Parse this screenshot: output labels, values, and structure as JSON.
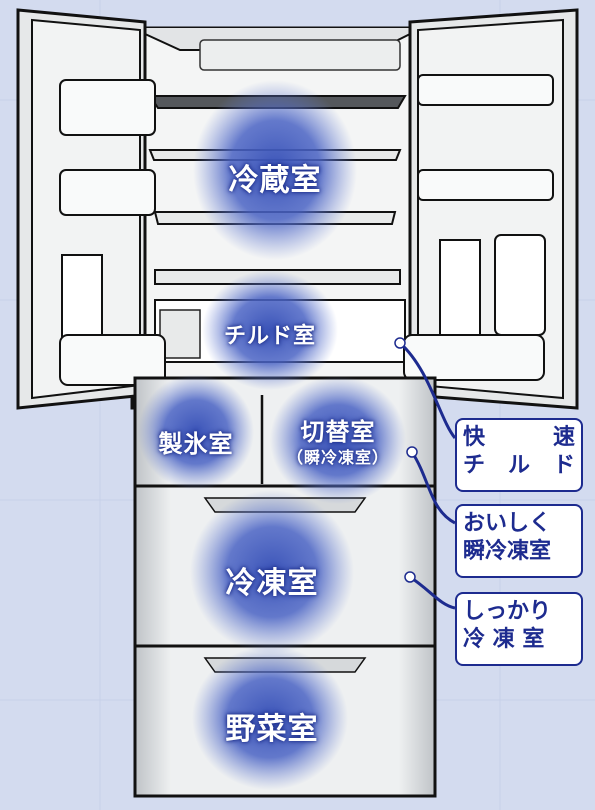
{
  "zones": {
    "refrigerator": "冷蔵室",
    "chilled": "チルド室",
    "ice": "製氷室",
    "switch_title": "切替室",
    "switch_sub": "（瞬冷凍室）",
    "freezer": "冷凍室",
    "vegetable": "野菜室"
  },
  "callouts": {
    "quick_chill": {
      "line1": "快　速",
      "line2": "チルド"
    },
    "instant_freeze": {
      "line1": "おいしく",
      "line2": "瞬冷凍室"
    },
    "firm_freeze": {
      "line1": "しっかり",
      "line2": "冷 凍 室"
    }
  },
  "colors": {
    "background": "#d3dbef",
    "accent": "#1d2b8f",
    "zone_glow": "#3b54b8"
  }
}
